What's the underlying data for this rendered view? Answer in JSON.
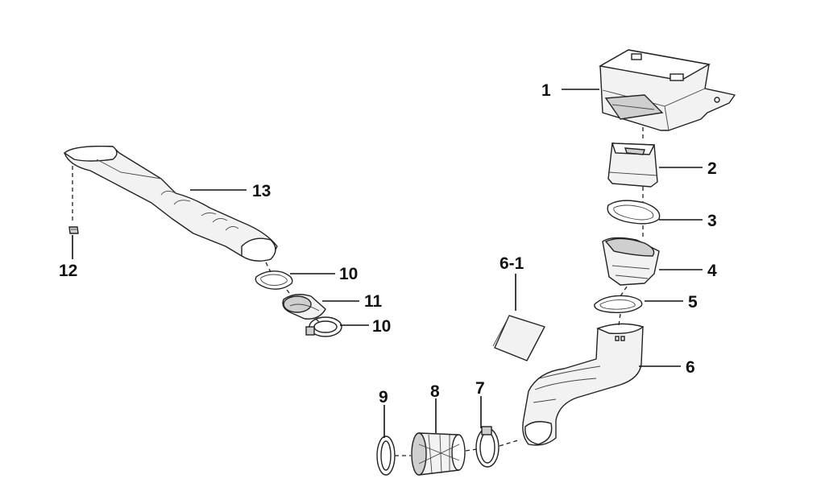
{
  "callouts": {
    "p1": "1",
    "p2": "2",
    "p3": "3",
    "p4": "4",
    "p5": "5",
    "p6": "6",
    "p6_1": "6-1",
    "p7": "7",
    "p8": "8",
    "p9": "9",
    "p10_top": "10",
    "p10_bottom": "10",
    "p11": "11",
    "p12": "12",
    "p13": "13"
  }
}
